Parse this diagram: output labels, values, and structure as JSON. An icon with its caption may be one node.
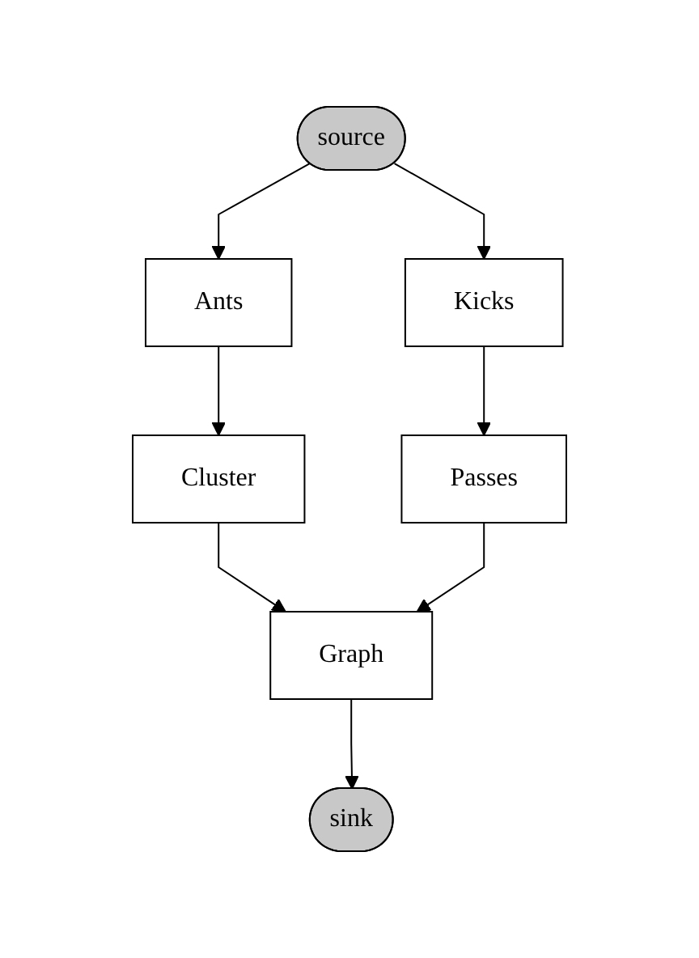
{
  "diagram": {
    "nodes": [
      {
        "text": [
          "source"
        ]
      },
      {
        "text": [
          "Ants"
        ]
      },
      {
        "text": [
          "Kicks"
        ]
      },
      {
        "text": [
          "Cluster"
        ]
      },
      {
        "text": [
          "Passes"
        ]
      },
      {
        "text": [
          "Graph"
        ]
      },
      {
        "text": [
          "sink"
        ]
      }
    ],
    "edges": [
      {
        "from": 0,
        "to": 1,
        "arrow": "to"
      },
      {
        "from": 0,
        "to": 2,
        "arrow": "to"
      },
      {
        "from": 1,
        "to": 3,
        "arrow": "to"
      },
      {
        "from": 2,
        "to": 4,
        "arrow": "to"
      },
      {
        "from": 3,
        "to": 5,
        "arrow": "to"
      },
      {
        "from": 4,
        "to": 5,
        "arrow": "to"
      },
      {
        "from": 5,
        "to": 6,
        "arrow": "to"
      }
    ]
  }
}
